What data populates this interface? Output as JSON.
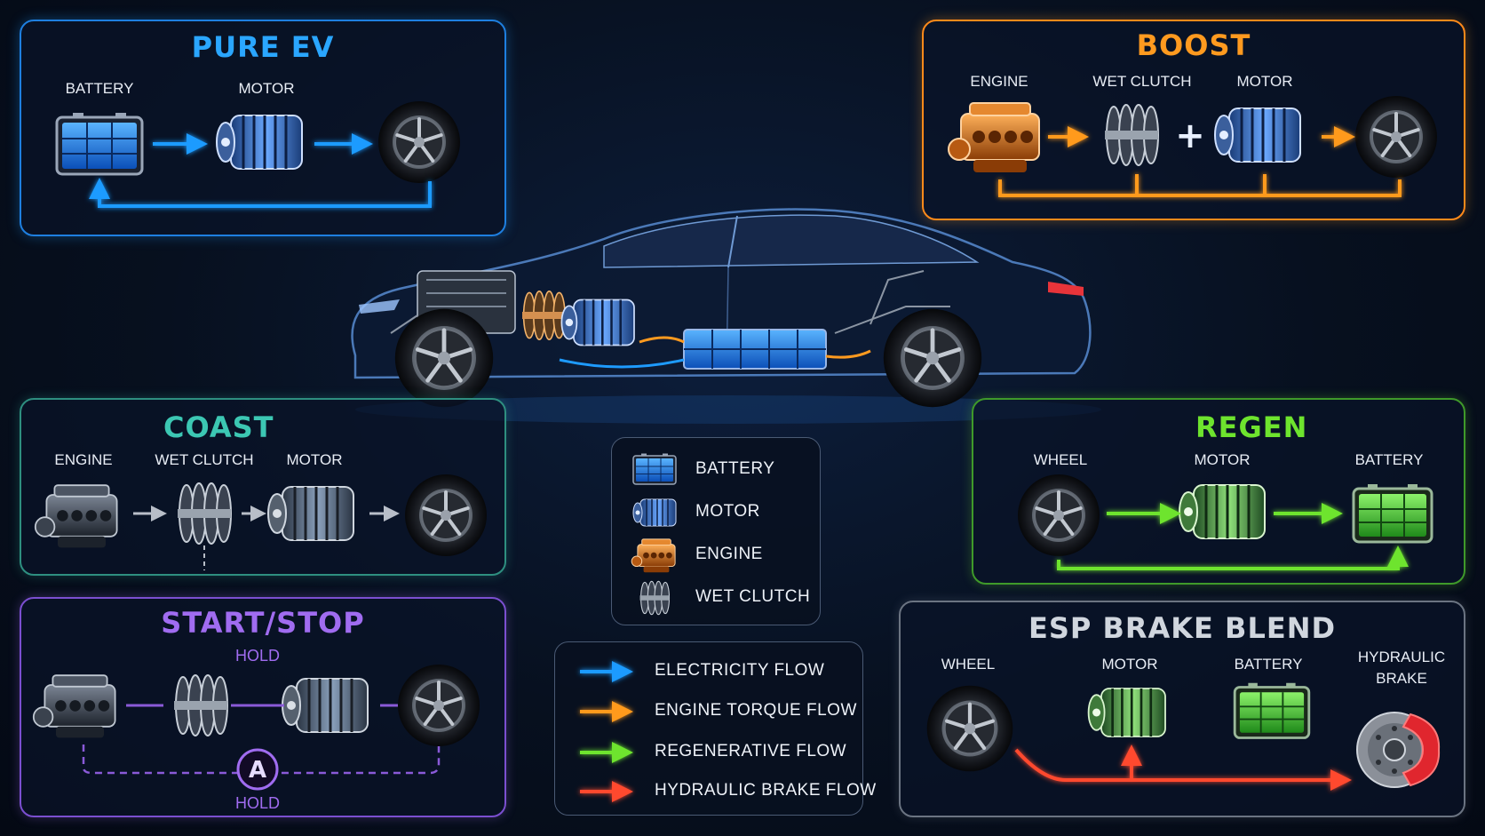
{
  "panels": {
    "pure_ev": {
      "title": "PURE EV",
      "labels": [
        "BATTERY",
        "MOTOR"
      ]
    },
    "boost": {
      "title": "BOOST",
      "labels": [
        "ENGINE",
        "WET CLUTCH",
        "MOTOR"
      ]
    },
    "coast": {
      "title": "COAST",
      "labels": [
        "ENGINE",
        "WET CLUTCH",
        "MOTOR"
      ]
    },
    "regen": {
      "title": "REGEN",
      "labels": [
        "WHEEL",
        "MOTOR",
        "BATTERY"
      ]
    },
    "start_stop": {
      "title": "START/STOP",
      "hold_top": "HOLD",
      "hold_bottom": "HOLD",
      "badge": "A"
    },
    "esp": {
      "title": "ESP BRAKE BLEND",
      "labels": [
        "WHEEL",
        "MOTOR",
        "BATTERY",
        "HYDRAULIC",
        "BRAKE"
      ]
    }
  },
  "components_legend": [
    {
      "label": "BATTERY",
      "icon": "battery-icon"
    },
    {
      "label": "MOTOR",
      "icon": "motor-icon"
    },
    {
      "label": "ENGINE",
      "icon": "engine-icon"
    },
    {
      "label": "WET CLUTCH",
      "icon": "wet-clutch-icon"
    }
  ],
  "flow_legend": [
    {
      "label": "ELECTRICITY FLOW",
      "color": "#1e9bff"
    },
    {
      "label": "ENGINE TORQUE FLOW",
      "color": "#ff9a1f"
    },
    {
      "label": "REGENERATIVE FLOW",
      "color": "#6ee42e"
    },
    {
      "label": "HYDRAULIC BRAKE FLOW",
      "color": "#ff4a2e"
    }
  ],
  "colors": {
    "electric": "#1e9bff",
    "torque": "#ff9a1f",
    "regen": "#6ee42e",
    "hydraulic": "#ff4a2e",
    "coast": "#38c9b0",
    "startstop": "#a06cf0",
    "esp": "#d0d6de"
  }
}
